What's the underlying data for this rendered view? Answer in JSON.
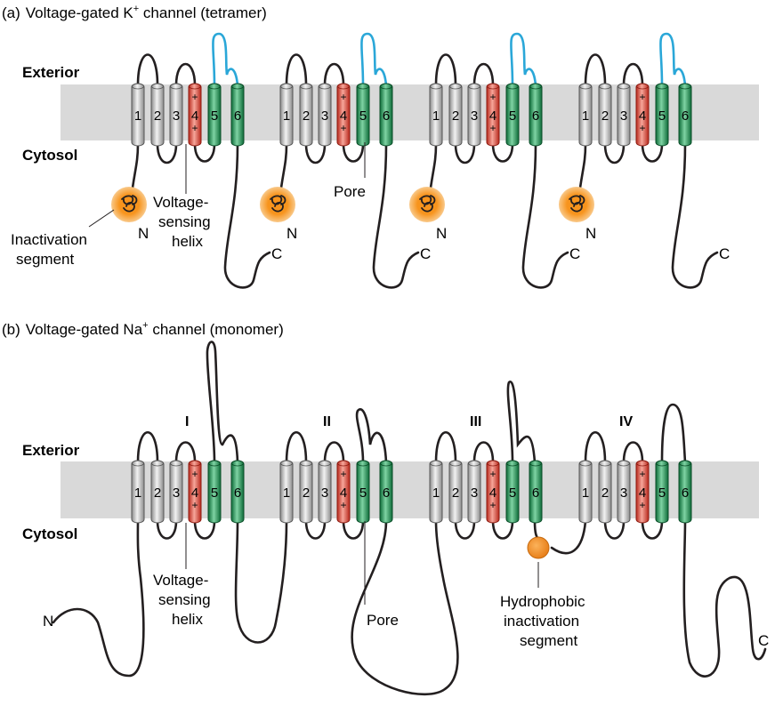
{
  "panel_a": {
    "letter": "(a)",
    "title_pre": "Voltage-gated K",
    "title_sup": "+",
    "title_post": " channel (tetramer)",
    "exterior": "Exterior",
    "cytosol": "Cytosol",
    "inactivation_segment": [
      "Inactivation",
      "segment"
    ],
    "voltage_sensing_helix": [
      "Voltage-",
      "sensing",
      "helix"
    ],
    "pore": "Pore",
    "n_terminus": "N",
    "c_terminus": "C",
    "subunit_count": 4
  },
  "panel_b": {
    "letter": "(b)",
    "title_pre": "Voltage-gated Na",
    "title_sup": "+",
    "title_post": " channel (monomer)",
    "exterior": "Exterior",
    "cytosol": "Cytosol",
    "domains": [
      "I",
      "II",
      "III",
      "IV"
    ],
    "voltage_sensing_helix": [
      "Voltage-",
      "sensing",
      "helix"
    ],
    "pore": "Pore",
    "hydrophobic_inactivation_segment": [
      "Hydrophobic",
      "inactivation",
      "segment"
    ],
    "n_terminus": "N",
    "c_terminus": "C"
  },
  "helix_numbers": [
    "1",
    "2",
    "3",
    "4",
    "5",
    "6"
  ],
  "helix4_charge": "+",
  "colors": {
    "membrane": "#d9d9d9",
    "helix_gray": "#c8c8c8",
    "helix_red": "#e04b3c",
    "helix_green": "#1f9a55",
    "pore_loop_blue": "#2aa7d8",
    "inactivation_orange": "#f7941d",
    "line": "#231f20"
  }
}
